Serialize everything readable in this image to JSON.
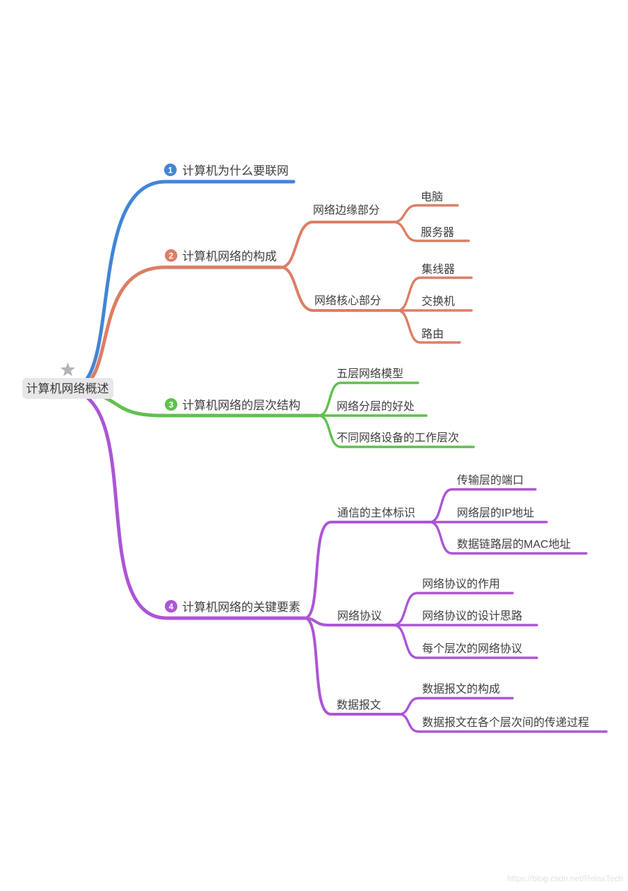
{
  "root": {
    "label": "计算机网络概述"
  },
  "colors": {
    "blue": "#4285D6",
    "orange": "#DC7E65",
    "green": "#5FC14E",
    "purple": "#AC55D6",
    "node_text": "#3E3E3E",
    "root_bg": "#E7E7E9",
    "star": "#B3B3B6",
    "watermark": "#E2E2E2"
  },
  "branches": [
    {
      "num": "1",
      "label": "计算机为什么要联网",
      "children": []
    },
    {
      "num": "2",
      "label": "计算机网络的构成",
      "children": [
        {
          "label": "网络边缘部分",
          "children": [
            {
              "label": "电脑"
            },
            {
              "label": "服务器"
            }
          ]
        },
        {
          "label": "网络核心部分",
          "children": [
            {
              "label": "集线器"
            },
            {
              "label": "交换机"
            },
            {
              "label": "路由"
            }
          ]
        }
      ]
    },
    {
      "num": "3",
      "label": "计算机网络的层次结构",
      "children": [
        {
          "label": "五层网络模型"
        },
        {
          "label": "网络分层的好处"
        },
        {
          "label": "不同网络设备的工作层次"
        }
      ]
    },
    {
      "num": "4",
      "label": "计算机网络的关键要素",
      "children": [
        {
          "label": "通信的主体标识",
          "children": [
            {
              "label": "传输层的端口"
            },
            {
              "label": "网络层的IP地址"
            },
            {
              "label": "数据链路层的MAC地址"
            }
          ]
        },
        {
          "label": "网络协议",
          "children": [
            {
              "label": "网络协议的作用"
            },
            {
              "label": "网络协议的设计思路"
            },
            {
              "label": "每个层次的网络协议"
            }
          ]
        },
        {
          "label": "数据报文",
          "children": [
            {
              "label": "数据报文的构成"
            },
            {
              "label": "数据报文在各个层次间的传递过程"
            }
          ]
        }
      ]
    }
  ],
  "watermark": "https://blog.csdn.net/RelaxTech"
}
